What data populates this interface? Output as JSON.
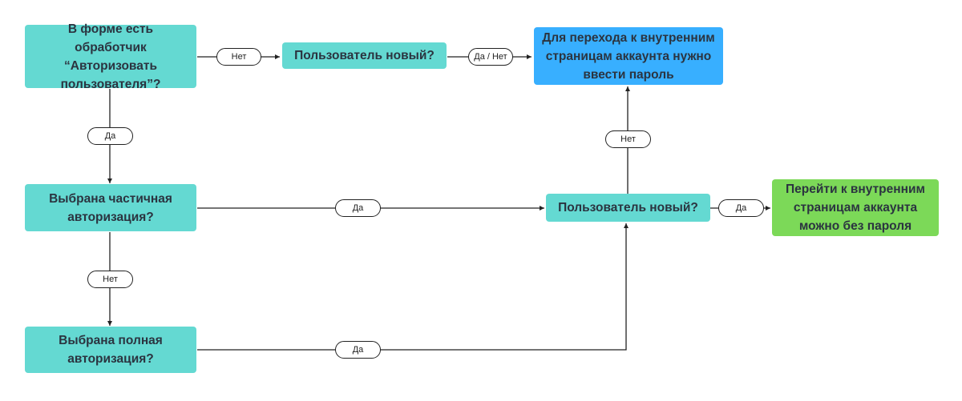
{
  "nodes": {
    "handler": "В форме есть обработчик “Авторизовать пользователя”?",
    "user_new_top": "Пользователь новый?",
    "need_password": "Для перехода к внутренним страницам аккаунта нужно ввести пароль",
    "partial_auth": "Выбрана частичная авторизация?",
    "user_new_mid": "Пользователь новый?",
    "no_password": "Перейти к внутренним страницам аккаунта можно без пароля",
    "full_auth": "Выбрана полная авторизация?"
  },
  "edge_labels": {
    "handler_to_user_new_top": "Нет",
    "user_new_top_to_need_password": "Да / Нет",
    "handler_to_partial": "Да",
    "user_new_mid_to_need_password": "Нет",
    "partial_to_user_new_mid": "Да",
    "user_new_mid_to_no_password": "Да",
    "partial_to_full": "Нет",
    "full_to_user_new_mid": "Да"
  },
  "colors": {
    "decision": "#64d9d2",
    "result_password": "#38afff",
    "result_no_password": "#7cd958",
    "line": "#222222"
  }
}
